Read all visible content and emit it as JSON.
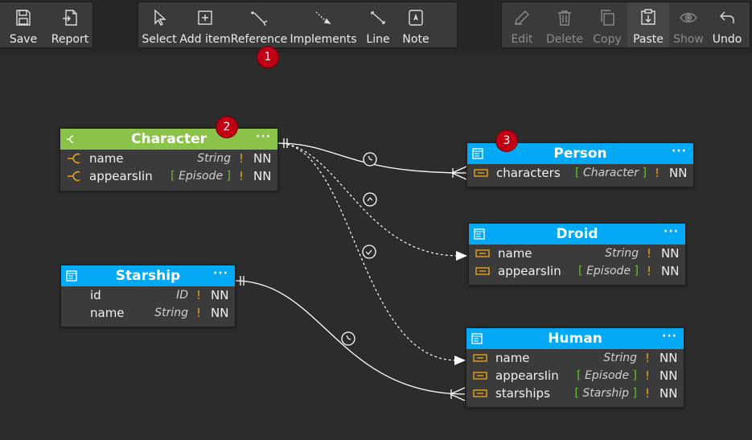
{
  "toolbar": {
    "file": [
      {
        "label": "Save",
        "icon": "save-icon"
      },
      {
        "label": "Report",
        "icon": "report-icon"
      }
    ],
    "tools": [
      {
        "label": "Select",
        "icon": "cursor-icon"
      },
      {
        "label": "Add item",
        "icon": "add-item-icon"
      },
      {
        "label": "Reference",
        "icon": "reference-icon"
      },
      {
        "label": "Implements",
        "icon": "implements-icon"
      },
      {
        "label": "Line",
        "icon": "line-icon"
      },
      {
        "label": "Note",
        "icon": "note-icon"
      }
    ],
    "edit": [
      {
        "label": "Edit",
        "icon": "pencil-icon",
        "disabled": true
      },
      {
        "label": "Delete",
        "icon": "trash-icon",
        "disabled": true
      },
      {
        "label": "Copy",
        "icon": "copy-icon",
        "disabled": true
      },
      {
        "label": "Paste",
        "icon": "paste-icon",
        "disabled": false
      },
      {
        "label": "Show",
        "icon": "eye-icon",
        "disabled": true
      },
      {
        "label": "Undo",
        "icon": "undo-icon",
        "disabled": false
      }
    ]
  },
  "badges": [
    "1",
    "2",
    "3"
  ],
  "entities": {
    "character": {
      "title": "Character",
      "header_color": "#8bc34a",
      "kind": "interface",
      "menu": "···",
      "fields": [
        {
          "name": "name",
          "type": "String",
          "list": false,
          "bang": "!",
          "nn": "NN"
        },
        {
          "name": "appearsIin",
          "type": "Episode",
          "list": true,
          "bang": "!",
          "nn": "NN"
        }
      ]
    },
    "person": {
      "title": "Person",
      "header_color": "#03a9f4",
      "menu": "···",
      "fields": [
        {
          "name": "characters",
          "type": "Character",
          "list": true,
          "bang": "!",
          "nn": "NN"
        }
      ]
    },
    "droid": {
      "title": "Droid",
      "header_color": "#03a9f4",
      "menu": "···",
      "fields": [
        {
          "name": "name",
          "type": "String",
          "list": false,
          "bang": "!",
          "nn": "NN"
        },
        {
          "name": "appearsIin",
          "type": "Episode",
          "list": true,
          "bang": "!",
          "nn": "NN"
        }
      ]
    },
    "starship": {
      "title": "Starship",
      "header_color": "#03a9f4",
      "menu": "···",
      "fields": [
        {
          "name": "id",
          "type": "ID",
          "list": false,
          "bang": "!",
          "nn": "NN"
        },
        {
          "name": "name",
          "type": "String",
          "list": false,
          "bang": "!",
          "nn": "NN"
        }
      ]
    },
    "human": {
      "title": "Human",
      "header_color": "#03a9f4",
      "menu": "···",
      "fields": [
        {
          "name": "name",
          "type": "String",
          "list": false,
          "bang": "!",
          "nn": "NN"
        },
        {
          "name": "appearsIin",
          "type": "Episode",
          "list": true,
          "bang": "!",
          "nn": "NN"
        },
        {
          "name": "starships",
          "type": "Starship",
          "list": true,
          "bang": "!",
          "nn": "NN"
        }
      ]
    }
  },
  "colors": {
    "interface": "#8bc34a",
    "type": "#03a9f4",
    "field_icon": "#e8a21b",
    "bracket": "#6cbf3a"
  }
}
